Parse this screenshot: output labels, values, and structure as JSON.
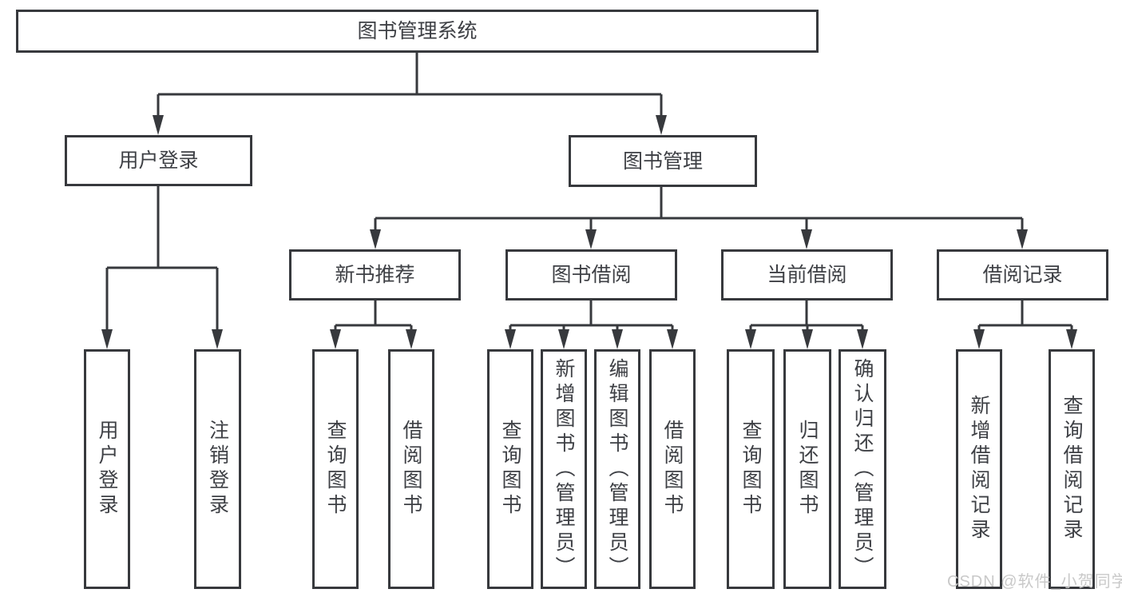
{
  "title": "图书管理系统",
  "level2": {
    "left": "用户登录",
    "right": "图书管理"
  },
  "level3": [
    "新书推荐",
    "图书借阅",
    "当前借阅",
    "借阅记录"
  ],
  "leaves": {
    "user": [
      "用户登录",
      "注销登录"
    ],
    "recommend": [
      "查询图书",
      "借阅图书"
    ],
    "borrow": [
      "查询图书",
      "新增图书（管理员）",
      "编辑图书（管理员）",
      "借阅图书"
    ],
    "current": [
      "查询图书",
      "归还图书",
      "确认归还（管理员）"
    ],
    "records": [
      "新增借阅记录",
      "查询借阅记录"
    ]
  },
  "watermark": "CSDN @软件_小贺同学",
  "colors": {
    "line": "#37393d",
    "text": "#3e4045",
    "box_background": "#ffffff",
    "watermark": "#c9c9c9",
    "page_background": "#ffffff"
  }
}
